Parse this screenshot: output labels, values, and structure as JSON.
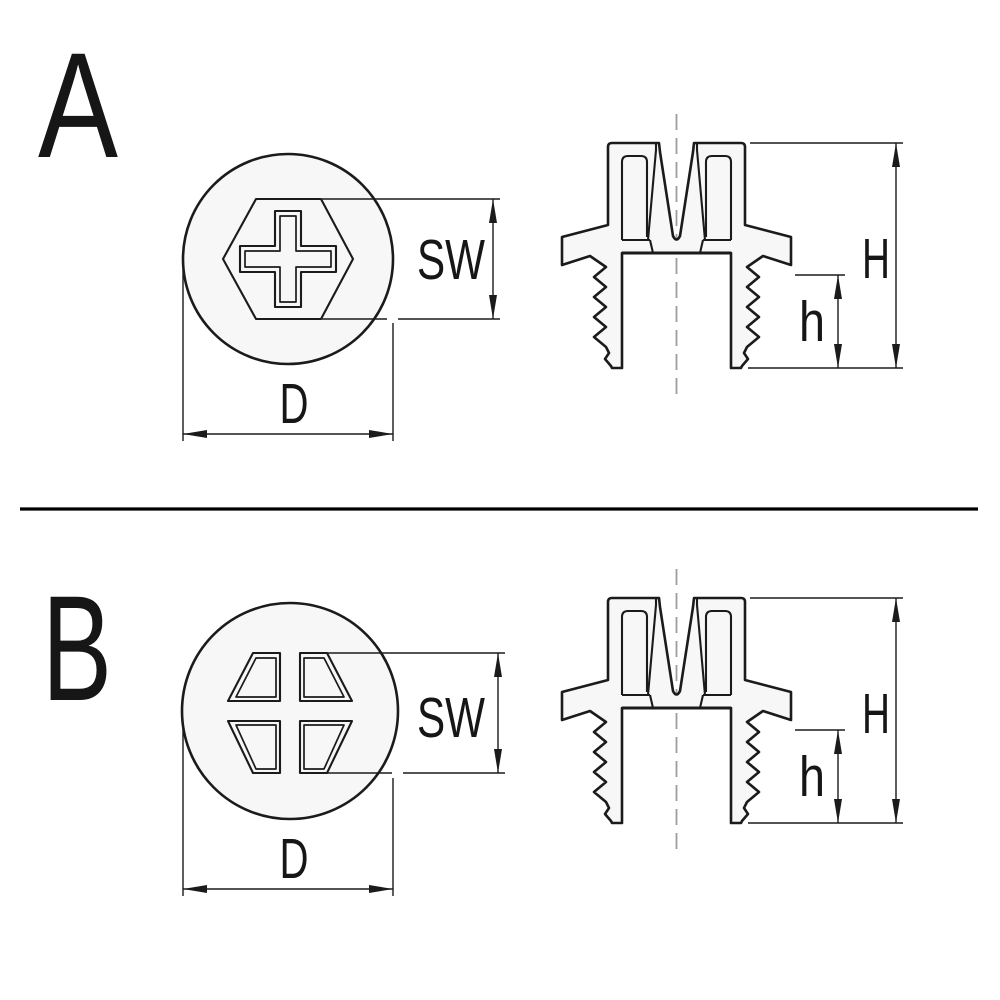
{
  "drawing": {
    "kind": "technical-diagram",
    "subject": "plastic cover cap with serrated expansion legs, two drive variants",
    "colors": {
      "background": "#ffffff",
      "outline": "#1b1b1b",
      "part_fill": "#f7f7f7",
      "centerline": "#9d9d9d",
      "divider": "#000000"
    },
    "sections": [
      {
        "label": "A",
        "top_view": "circle with hexagon socket and beveled cross recess",
        "side_view": "crown with V-funnel, side wings and two serrated legs",
        "dims": {
          "sw": "SW",
          "d": "D",
          "H": "H",
          "h": "h"
        }
      },
      {
        "label": "B",
        "top_view": "circle with four trapezoid wings forming a cross slot",
        "side_view": "crown with V-funnel, side wings and two serrated legs",
        "dims": {
          "sw": "SW",
          "d": "D",
          "H": "H",
          "h": "h"
        }
      }
    ]
  }
}
